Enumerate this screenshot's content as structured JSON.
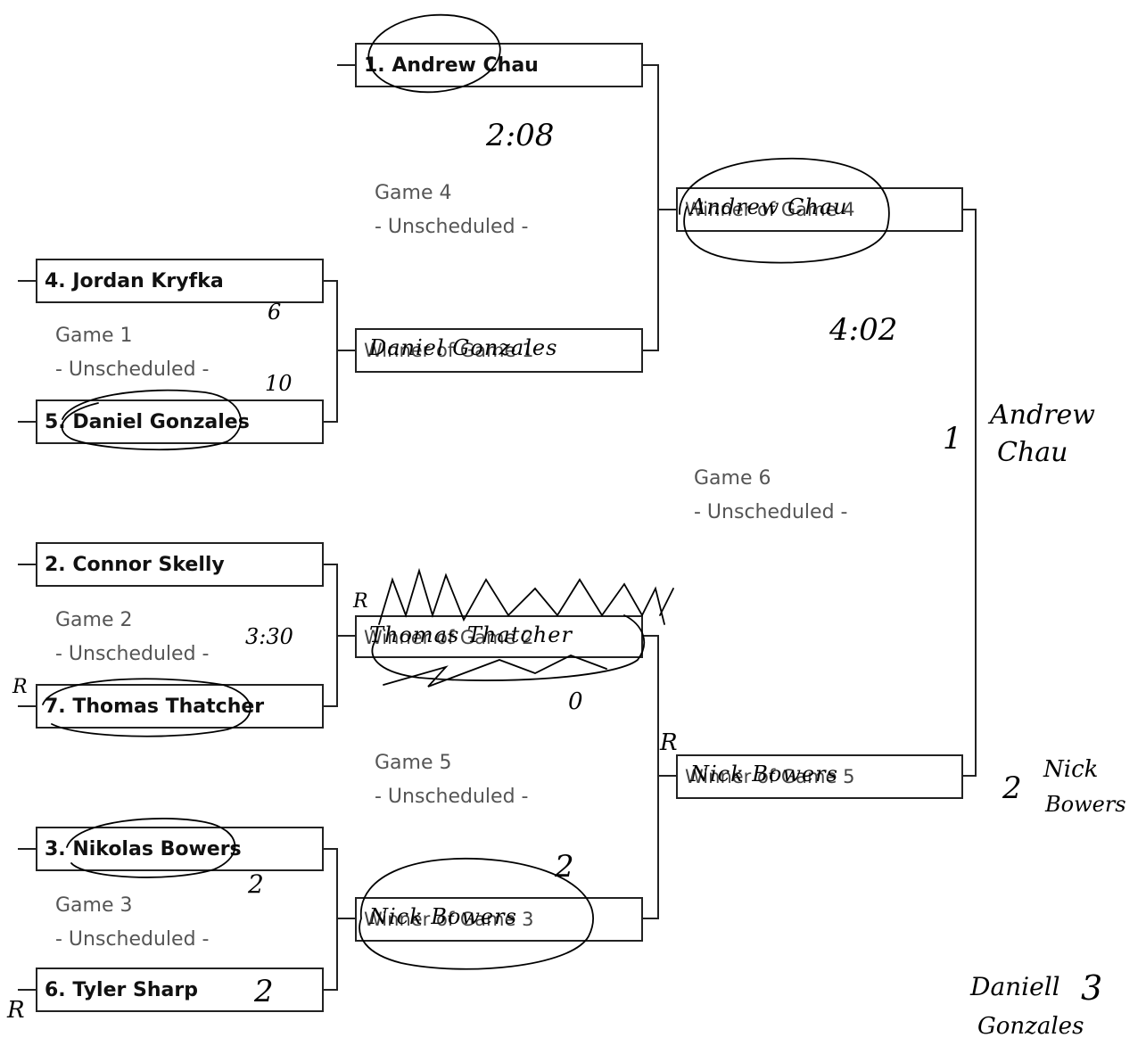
{
  "slots": {
    "s1": "1. Andrew Chau",
    "s4": "4. Jordan Kryfka",
    "s5": "5. Daniel Gonzales",
    "s2": "2. Connor Skelly",
    "s7": "7. Thomas Thatcher",
    "s3": "3. Nikolas Bowers",
    "s6": "6. Tyler Sharp"
  },
  "winners": {
    "g1_printed": "Winner of Game 1",
    "g1_written": "Daniel Gonzales",
    "g2_printed": "Winner of Game 2",
    "g2_written": "Thomas Thatcher",
    "g3_printed": "Winner of Game 3",
    "g3_written": "Nick Bowers",
    "g4_printed": "Winner of Game 4",
    "g4_written": "Andrew Chau",
    "g5_printed": "Winner of Game 5",
    "g5_written": "Nick Bowers"
  },
  "games": {
    "g1": {
      "title": "Game 1",
      "status": "- Unscheduled -"
    },
    "g2": {
      "title": "Game 2",
      "status": "- Unscheduled -"
    },
    "g3": {
      "title": "Game 3",
      "status": "- Unscheduled -"
    },
    "g4": {
      "title": "Game 4",
      "status": "- Unscheduled -"
    },
    "g5": {
      "title": "Game 5",
      "status": "- Unscheduled -"
    },
    "g6": {
      "title": "Game 6",
      "status": "- Unscheduled -"
    }
  },
  "notes": {
    "time_g4": "2:08",
    "time_g6": "4:02",
    "time_g2": "3:30",
    "score_kryfka": "6",
    "score_gonzales": "10",
    "score_g5_top": "0",
    "score_bowers": "2",
    "score_sharp": "2",
    "score_g3_winner": "2",
    "r_thatcher": "R",
    "r_sharp": "R",
    "r_g2_winner": "R",
    "r_g5_winner": "R",
    "place1": "1",
    "champ1": "Andrew",
    "champ2": "Chau",
    "place2": "2",
    "runner1": "Nick",
    "runner2": "Bowers",
    "third1": "Daniell",
    "third2": "Gonzales",
    "place3": "3"
  }
}
